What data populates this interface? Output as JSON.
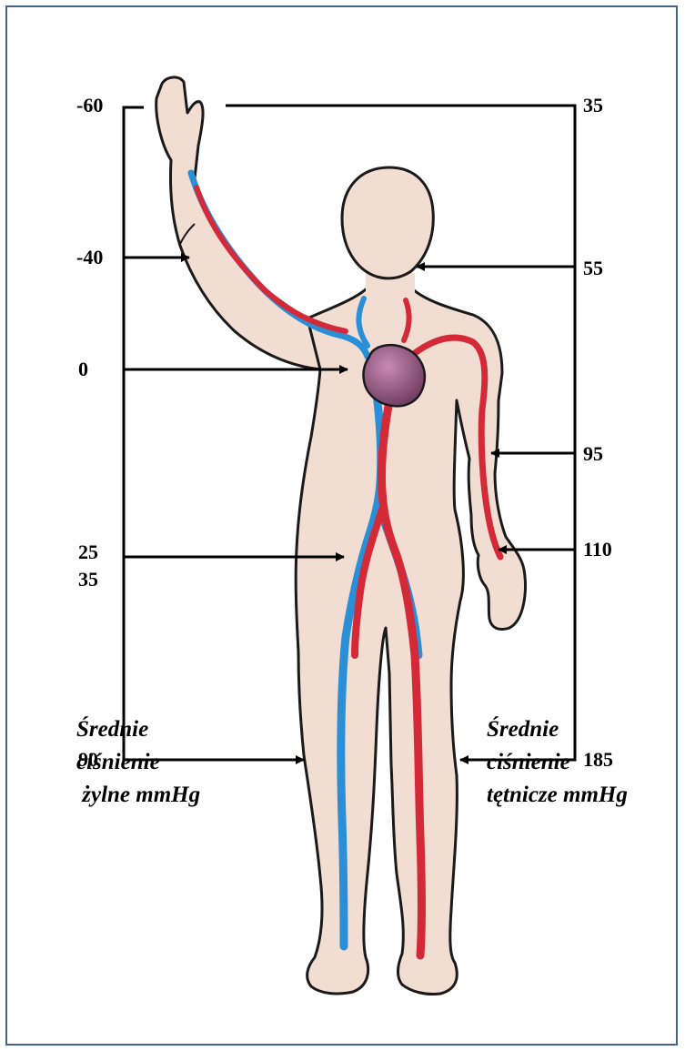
{
  "venous": {
    "values": [
      "-60",
      "-40",
      "0",
      "25",
      "35",
      "90"
    ],
    "caption": [
      "Średnie",
      "ciśnienie",
      " żylne mmHg"
    ],
    "color": "#2a8fd6"
  },
  "arterial": {
    "values": [
      "35",
      "55",
      "95",
      "110",
      "185"
    ],
    "caption": [
      "Średnie",
      "ciśnienie",
      "tętnicze mmHg"
    ],
    "color": "#d42a38"
  },
  "colors": {
    "skin": "#f1ddd2",
    "outline": "#1a1a1a",
    "heart": "#9a5a87",
    "frame": "#46628a"
  },
  "icons": [
    "human-body-icon",
    "heart-icon"
  ]
}
